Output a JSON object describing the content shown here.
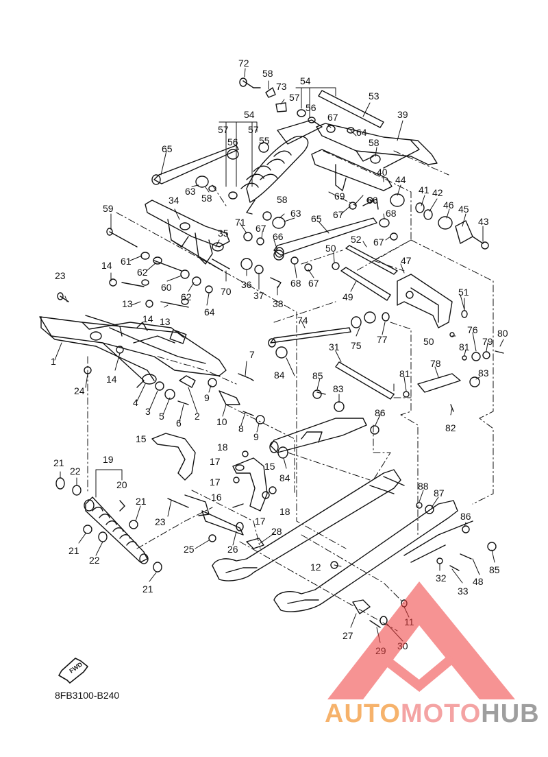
{
  "diagram": {
    "part_code": "8FB3100-B240",
    "fwd_label": "FWD",
    "watermark": {
      "part1": "AUTO",
      "part2": "MOTO",
      "part3": "HUB"
    },
    "labels": {
      "l1": "1",
      "l2": "2",
      "l3": "3",
      "l4": "4",
      "l5": "5",
      "l6": "6",
      "l7": "7",
      "l8": "8",
      "l9a": "9",
      "l9b": "9",
      "l10": "10",
      "l11": "11",
      "l12": "12",
      "l13a": "13",
      "l13b": "13",
      "l14a": "14",
      "l14b": "14",
      "l14c": "14",
      "l15a": "15",
      "l15b": "15",
      "l16": "16",
      "l17a": "17",
      "l17b": "17",
      "l17c": "17",
      "l18a": "18",
      "l18b": "18",
      "l19": "19",
      "l20": "20",
      "l21a": "21",
      "l21b": "21",
      "l21c": "21",
      "l21d": "21",
      "l22a": "22",
      "l22b": "22",
      "l23a": "23",
      "l23b": "23",
      "l24": "24",
      "l25": "25",
      "l26": "26",
      "l27": "27",
      "l28": "28",
      "l29": "29",
      "l30": "30",
      "l31": "31",
      "l32": "32",
      "l33": "33",
      "l34": "34",
      "l35": "35",
      "l36": "36",
      "l37": "37",
      "l38": "38",
      "l39": "39",
      "l40": "40",
      "l41": "41",
      "l42": "42",
      "l43": "43",
      "l44": "44",
      "l45": "45",
      "l46": "46",
      "l47": "47",
      "l48": "48",
      "l49": "49",
      "l50a": "50",
      "l50b": "50",
      "l51": "51",
      "l52": "52",
      "l53": "53",
      "l54a": "54",
      "l54b": "54",
      "l55": "55",
      "l56a": "56",
      "l56b": "56",
      "l57a": "57",
      "l57b": "57",
      "l57c": "57",
      "l58a": "58",
      "l58b": "58",
      "l58c": "58",
      "l58d": "58",
      "l59": "59",
      "l60": "60",
      "l61": "61",
      "l62a": "62",
      "l62b": "62",
      "l63a": "63",
      "l63b": "63",
      "l64a": "64",
      "l64b": "64",
      "l65a": "65",
      "l65b": "65",
      "l66a": "66",
      "l66b": "66",
      "l67a": "67",
      "l67b": "67",
      "l67c": "67",
      "l67d": "67",
      "l67e": "67",
      "l68a": "68",
      "l68b": "68",
      "l69": "69",
      "l70": "70",
      "l71": "71",
      "l72": "72",
      "l73": "73",
      "l74": "74",
      "l75": "75",
      "l76": "76",
      "l77": "77",
      "l78": "78",
      "l79": "79",
      "l80": "80",
      "l81a": "81",
      "l81b": "81",
      "l82": "82",
      "l83a": "83",
      "l83b": "83",
      "l84a": "84",
      "l84b": "84",
      "l85a": "85",
      "l85b": "85",
      "l86a": "86",
      "l86b": "86",
      "l87": "87",
      "l88": "88"
    }
  }
}
